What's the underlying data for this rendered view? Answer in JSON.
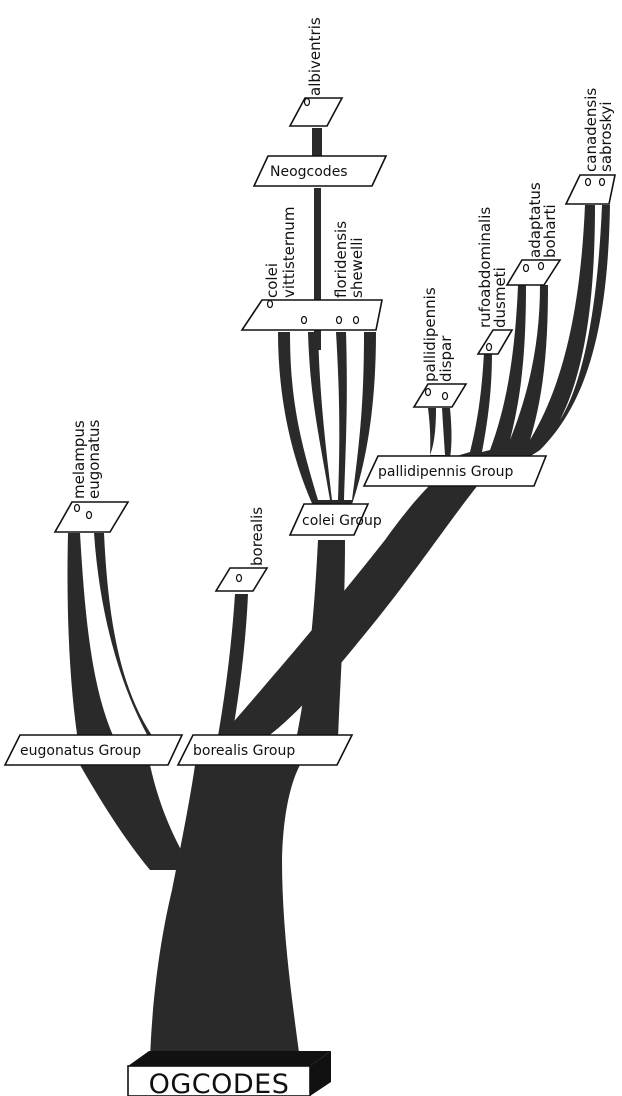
{
  "root": {
    "label": "OGCODES"
  },
  "groups": {
    "eugonatus": "eugonatus Group",
    "borealis": "borealis Group",
    "colei": "colei Group",
    "pallidipennis": "pallidipennis Group",
    "neogcodes": "Neogcodes"
  },
  "species": {
    "melampus": "melampus",
    "eugonatus": "eugonatus",
    "borealis": "borealis",
    "colei": "colei",
    "vittisternum": "vittisternum",
    "floridensis": "floridensis",
    "shewelli": "shewelli",
    "albiventris": "albiventris",
    "pallidipennis": "pallidipennis",
    "dispar": "dispar",
    "rufoabdominalis": "rufoabdominalis",
    "dusmeti": "dusmeti",
    "adaptatus": "adaptatus",
    "boharti": "boharti",
    "canadensis": "canadensis",
    "sabroskyi": "sabroskyi"
  },
  "colors": {
    "ink": "#111111",
    "trunk": "#2a2a2a",
    "background": "#ffffff"
  }
}
